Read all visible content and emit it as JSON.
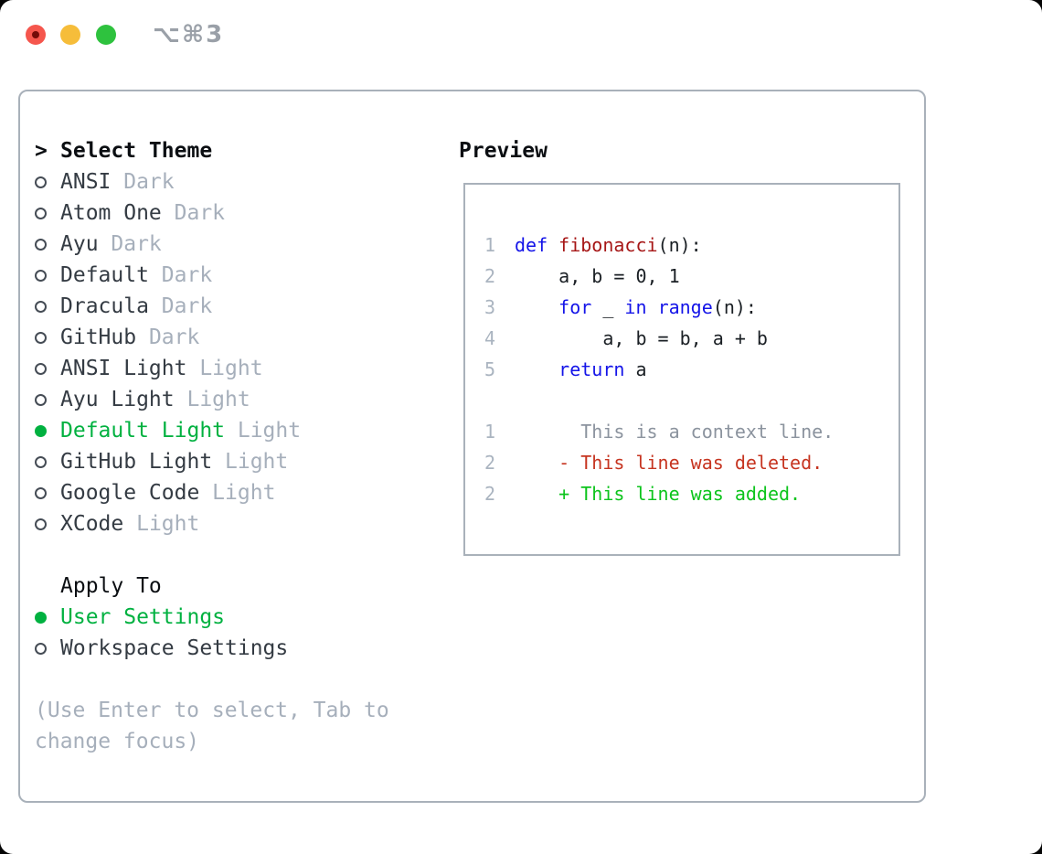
{
  "window": {
    "title": "⌥⌘3",
    "traffic_lights": {
      "close": "close-button",
      "minimize": "minimize-button",
      "zoom": "zoom-button"
    }
  },
  "colors": {
    "selection_green": "#00b140",
    "added_green": "#0cc41c",
    "deleted_red": "#c63420",
    "keyword_blue": "#1414e8",
    "function_red": "#a61616",
    "context_gray": "#8b939e",
    "muted_gray": "#a6afbb",
    "text_dark": "#343b43",
    "line_number_gray": "#aab4c0",
    "border_gray": "#a9b1ba",
    "title_gray": "#9aa0a8",
    "traffic_red": "#f5564d",
    "traffic_yellow": "#f6bd3a",
    "traffic_green": "#2ec23e"
  },
  "theme_select": {
    "cursor": ">",
    "title": "Select Theme",
    "themes": [
      {
        "name": "ANSI",
        "variant": "Dark",
        "selected": false
      },
      {
        "name": "Atom One",
        "variant": "Dark",
        "selected": false
      },
      {
        "name": "Ayu",
        "variant": "Dark",
        "selected": false
      },
      {
        "name": "Default",
        "variant": "Dark",
        "selected": false
      },
      {
        "name": "Dracula",
        "variant": "Dark",
        "selected": false
      },
      {
        "name": "GitHub",
        "variant": "Dark",
        "selected": false
      },
      {
        "name": "ANSI Light",
        "variant": "Light",
        "selected": false
      },
      {
        "name": "Ayu Light",
        "variant": "Light",
        "selected": false
      },
      {
        "name": "Default Light",
        "variant": "Light",
        "selected": true
      },
      {
        "name": "GitHub Light",
        "variant": "Light",
        "selected": false
      },
      {
        "name": "Google Code",
        "variant": "Light",
        "selected": false
      },
      {
        "name": "XCode",
        "variant": "Light",
        "selected": false
      }
    ]
  },
  "apply_to": {
    "title": "Apply To",
    "options": [
      {
        "label": "User Settings",
        "selected": true
      },
      {
        "label": "Workspace Settings",
        "selected": false
      }
    ]
  },
  "help_lines": [
    "(Use Enter to select, Tab to",
    "change focus)"
  ],
  "preview": {
    "title": "Preview",
    "lines": [
      {
        "num": "1",
        "segments": [
          [
            "keyword",
            "def"
          ],
          [
            "plain",
            " "
          ],
          [
            "function",
            "fibonacci"
          ],
          [
            "plain",
            "(n):"
          ]
        ]
      },
      {
        "num": "2",
        "segments": [
          [
            "plain",
            "    a, b = 0, 1"
          ]
        ]
      },
      {
        "num": "3",
        "segments": [
          [
            "plain",
            "    "
          ],
          [
            "keyword",
            "for"
          ],
          [
            "plain",
            " _ "
          ],
          [
            "keyword",
            "in"
          ],
          [
            "plain",
            " "
          ],
          [
            "keyword",
            "range"
          ],
          [
            "plain",
            "(n):"
          ]
        ]
      },
      {
        "num": "4",
        "segments": [
          [
            "plain",
            "        a, b = b, a + b"
          ]
        ]
      },
      {
        "num": "5",
        "segments": [
          [
            "plain",
            "    "
          ],
          [
            "keyword",
            "return"
          ],
          [
            "plain",
            " a"
          ]
        ]
      },
      {
        "num": "",
        "segments": []
      },
      {
        "num": "1",
        "segments": [
          [
            "context",
            "      This is a context line."
          ]
        ]
      },
      {
        "num": "2",
        "segments": [
          [
            "deleted",
            "    - This line was deleted."
          ]
        ]
      },
      {
        "num": "2",
        "segments": [
          [
            "added",
            "    + This line was added."
          ]
        ]
      }
    ]
  }
}
